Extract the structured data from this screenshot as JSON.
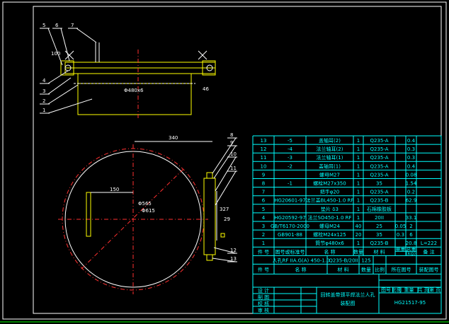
{
  "colors": {
    "background": "#000000",
    "frame": "#ffffff",
    "table": "#00ffff",
    "geometry": "#ffff00",
    "centerline": "#ff3030",
    "border": "#00ff00"
  },
  "parts_list": {
    "headers": [
      "件 号",
      "图号或标准号",
      "名 称",
      "数量",
      "材 料",
      "单重",
      "总重",
      "备 注"
    ],
    "weight_unit": "(kg)",
    "rows": [
      [
        "13",
        "-5",
        "盖轴耳(2)",
        "1",
        "Q235-A",
        "",
        "0.4",
        ""
      ],
      [
        "12",
        "-4",
        "法兰轴耳(2)",
        "1",
        "Q235-A",
        "",
        "0.3",
        ""
      ],
      [
        "11",
        "-3",
        "法兰轴耳(1)",
        "1",
        "Q235-A",
        "",
        "0.3",
        ""
      ],
      [
        "10",
        "-2",
        "盖轴耳(1)",
        "1",
        "Q235-A",
        "",
        "0.4",
        ""
      ],
      [
        "9",
        "",
        "螺母M27",
        "1",
        "Q235-A",
        "",
        "0.08",
        ""
      ],
      [
        "8",
        "-1",
        "螺栓M27x350",
        "1",
        "35",
        "",
        "1.54",
        ""
      ],
      [
        "7",
        "",
        "把手φ20",
        "1",
        "Q235-A",
        "",
        "0.2",
        ""
      ],
      [
        "6",
        "HG20601-97",
        "法兰盖BL450-1.0 RF",
        "1",
        "Q235-B",
        "",
        "62.9",
        ""
      ],
      [
        "5",
        "",
        "垫片 δ3",
        "1",
        "石棉橡胶板",
        "",
        "",
        ""
      ],
      [
        "4",
        "HG20592-97",
        "法兰SO450-1.0 RF",
        "1",
        "20II",
        "",
        "33.1",
        ""
      ],
      [
        "3",
        "GB/T6170-2000",
        "螺母M24",
        "40",
        "25",
        "0.05",
        "2",
        ""
      ],
      [
        "2",
        "GB901-88",
        "螺栓M24x125",
        "20",
        "35",
        "0.3",
        "6",
        ""
      ],
      [
        "1",
        "",
        "筒节φ480x6",
        "1",
        "Q235-B",
        "",
        "20.8",
        "L=222"
      ]
    ]
  },
  "assembly_row": {
    "name": "人孔RF IIA.G(A) 450-1.0",
    "material": "Q235-B/20II",
    "weight": "125"
  },
  "assembly_headers": [
    "件 号",
    "名 称",
    "材 料",
    "数量",
    "比例",
    "所在图号",
    "装配图号"
  ],
  "title_block": {
    "roles": [
      "设 计",
      "制 图",
      "校 核",
      "审 核"
    ],
    "title_line1": "回转盖带颈平焊法兰人孔",
    "title_line2": "装配图",
    "small_headers": [
      "图号",
      "比例",
      "重量",
      "共 页",
      "第 页"
    ],
    "drawing_number": "HG21517-95"
  },
  "drawing": {
    "callouts": [
      "1",
      "2",
      "3",
      "4",
      "5",
      "6",
      "7",
      "8",
      "9",
      "10",
      "11",
      "12",
      "13"
    ],
    "dims": {
      "lid_dia": "Φ480x6",
      "width": "340",
      "handle": "150",
      "bolt_circle": "Φ565",
      "flange": "Φ615",
      "h1": "327",
      "h2": "29",
      "t1": "100",
      "t2": "46"
    }
  }
}
